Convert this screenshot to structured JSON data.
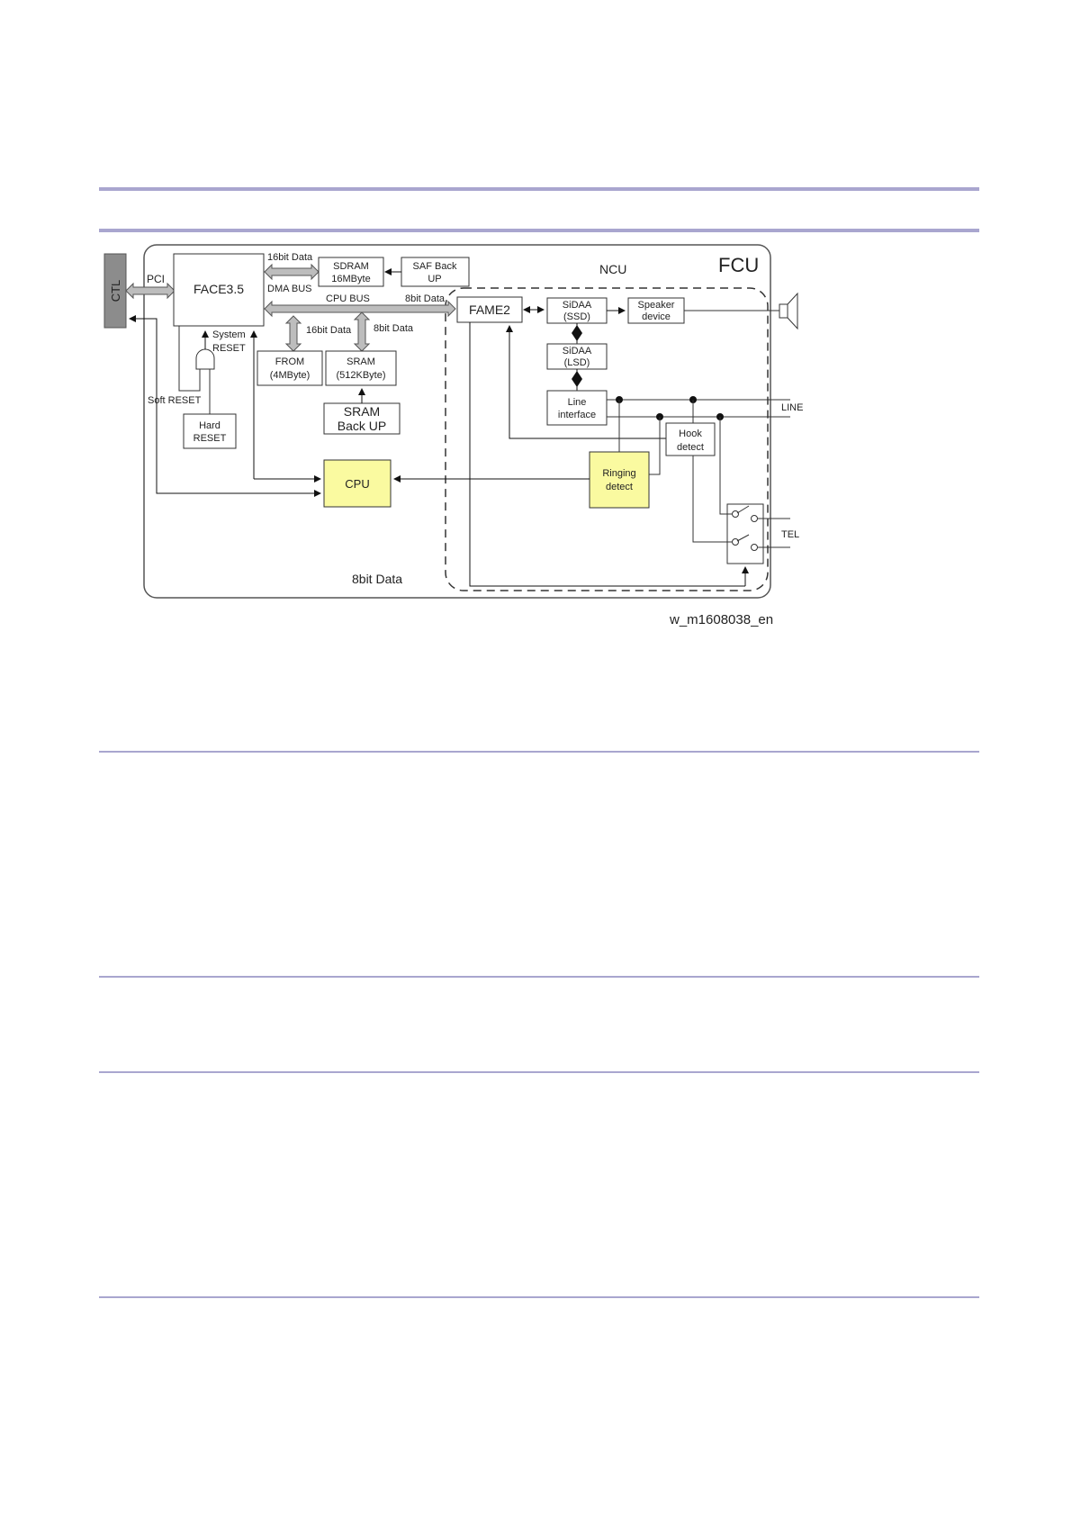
{
  "diagram": {
    "frame_title": "FCU",
    "ncu_label": "NCU",
    "ctl": "CTL",
    "pci": "PCI",
    "face": "FACE3.5",
    "sdram": [
      "SDRAM",
      "16MByte"
    ],
    "saf": [
      "SAF Back",
      "UP"
    ],
    "from": [
      "FROM",
      "(4MByte)"
    ],
    "sram": [
      "SRAM",
      "(512KByte)"
    ],
    "sram_backup": [
      "SRAM",
      "Back UP"
    ],
    "hard_reset": [
      "Hard",
      "RESET"
    ],
    "system_reset": [
      "System",
      "RESET"
    ],
    "soft_reset": "Soft RESET",
    "cpu": "CPU",
    "fame2": "FAME2",
    "sidaa_ssd": [
      "SiDAA",
      "(SSD)"
    ],
    "sidaa_lsd": [
      "SiDAA",
      "(LSD)"
    ],
    "speaker": [
      "Speaker",
      "device"
    ],
    "line_interface": [
      "Line",
      "interface"
    ],
    "hook_detect": [
      "Hook",
      "detect"
    ],
    "ringing_detect": [
      "Ringing",
      "detect"
    ],
    "bus_16bit_top": "16bit Data",
    "dma_bus": "DMA BUS",
    "cpu_bus": "CPU BUS",
    "bus_8bit_right": "8bit Data",
    "bus_16bit_from": "16bit Data",
    "bus_8bit_sram": "8bit Data",
    "bottom_8bit": "8bit Data",
    "line": "LINE",
    "tel": "TEL",
    "figure_id": "w_m1608038_en",
    "colors": {
      "highlight": "#fafaa0",
      "bus": "#bdbdbd",
      "rule": "#a9a6cf"
    }
  }
}
